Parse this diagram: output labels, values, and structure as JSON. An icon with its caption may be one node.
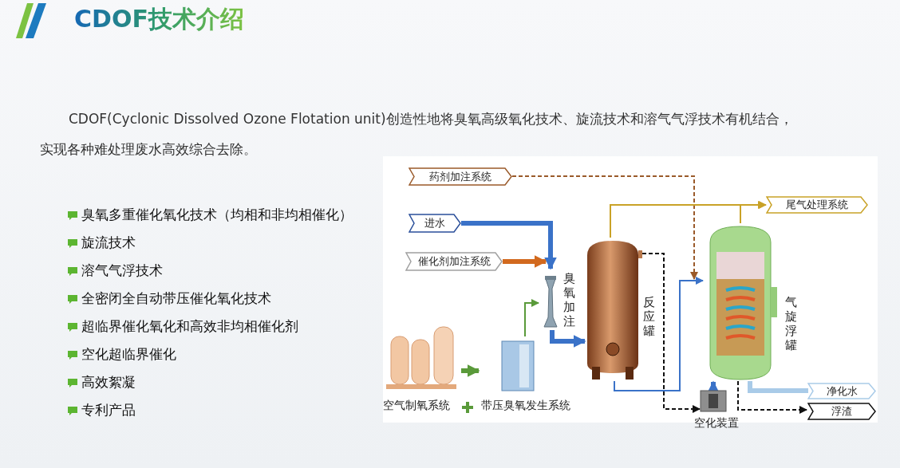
{
  "diagram": {
    "title": "CDOF技术介绍",
    "nodes": [
      {
        "text": [
          "药剂加注系统"
        ]
      },
      {
        "text": [
          "尾气处理系统"
        ]
      },
      {
        "text": [
          "进水"
        ]
      },
      {
        "text": [
          "催化剂加注系统"
        ]
      },
      {
        "text": [
          "臭氧加注"
        ]
      },
      {
        "text": [
          "反应罐"
        ]
      },
      {
        "text": [
          "气旋浮罐"
        ]
      },
      {
        "text": [
          "空气制氧系统"
        ]
      },
      {
        "text": [
          "带压臭氧发生系统"
        ]
      },
      {
        "text": [
          "空化装置"
        ]
      },
      {
        "text": [
          "净化水"
        ]
      },
      {
        "text": [
          "浮渣"
        ]
      }
    ],
    "edges": [
      {
        "from": 0,
        "to": 6,
        "arrow": "to",
        "style": "dashed",
        "color": "#9a5a2a"
      },
      {
        "from": 5,
        "to": 1,
        "arrow": "to",
        "color": "#c9a227"
      },
      {
        "from": 6,
        "to": 1,
        "arrow": "to",
        "color": "#c9a227"
      },
      {
        "from": 2,
        "to": 4,
        "arrow": "to",
        "style": "thick"
      },
      {
        "from": 3,
        "to": 4,
        "arrow": "to",
        "style": "thick",
        "color": "#d2691e"
      },
      {
        "from": 8,
        "to": 4,
        "arrow": "to",
        "color": "#5a9a3a"
      },
      {
        "from": 7,
        "to": 8,
        "arrow": "to",
        "style": "thick",
        "color": "#5a9a3a"
      },
      {
        "from": 4,
        "to": 5,
        "arrow": "to",
        "style": "thick"
      },
      {
        "from": 5,
        "to": 9,
        "arrow": "to",
        "style": "dashed",
        "color": "#111111"
      },
      {
        "from": 5,
        "to": 6,
        "arrow": "to"
      },
      {
        "from": 9,
        "to": 6,
        "arrow": "to",
        "style": "thick"
      },
      {
        "from": 6,
        "to": 10,
        "arrow": "none",
        "style": "thick",
        "color": "#a9cbe8"
      },
      {
        "from": 6,
        "to": 11,
        "arrow": "to",
        "style": "dashed",
        "color": "#111111"
      }
    ],
    "labels": [
      "CDOF(Cyclonic Dissolved Ozone Flotation unit)创造性地将臭氧高级氧化技术、旋流技术和溶气气浮技术有机结合，实现各种难处理废水高效综合去除。",
      "臭氧多重催化氧化技术（均相和非均相催化）",
      "旋流技术",
      "溶气气浮技术",
      "全密闭全自动带压催化氧化技术",
      "超临界催化氧化和高效非均相催化剂",
      "空化超临界催化",
      "高效絮凝",
      "专利产品"
    ]
  }
}
